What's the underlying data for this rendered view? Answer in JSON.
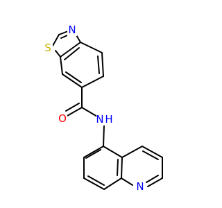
{
  "atoms": {
    "sulfur": {
      "symbol": "S",
      "color": "#C8B400"
    },
    "thiazole_nitrogen": {
      "symbol": "N",
      "color": "#0000FF"
    },
    "carbonyl_oxygen": {
      "symbol": "O",
      "color": "#FF0000"
    },
    "amide_nitrogen": {
      "symbol": "N",
      "color": "#0000FF"
    },
    "amide_hydrogen": {
      "symbol": "H",
      "color": "#0000FF"
    },
    "quinoline_nitrogen": {
      "symbol": "N",
      "color": "#0000FF"
    }
  },
  "bond_color": "#000000"
}
